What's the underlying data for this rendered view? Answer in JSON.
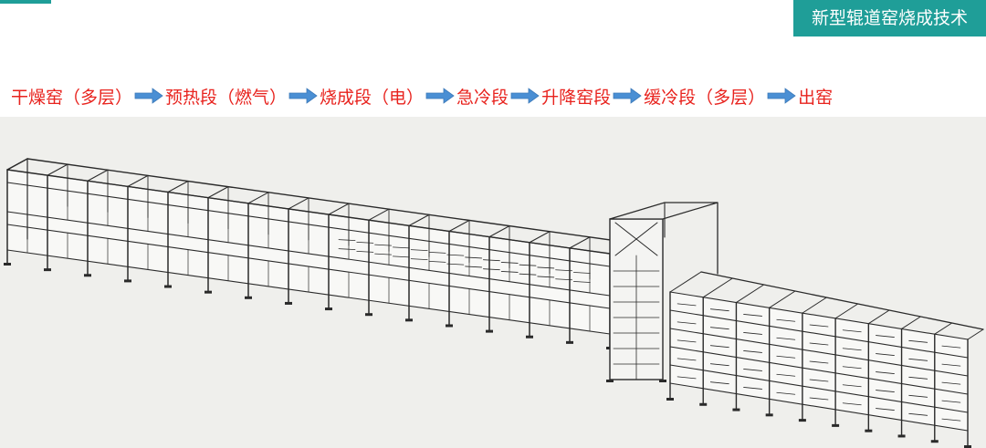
{
  "header": {
    "title": "新型辊道窑烧成技术"
  },
  "flow": {
    "steps": [
      "干燥窑（多层）",
      "预热段（燃气）",
      "烧成段（电）",
      "急冷段",
      "升降窑段",
      "缓冷段（多层）",
      "出窑"
    ]
  },
  "colors": {
    "accent": "#1f9e98",
    "flow_text": "#e8231e",
    "arrow": "#4a8fd4",
    "canvas_bg": "#efefec",
    "frame_line": "#2a2a2a"
  },
  "icons": {
    "flow_arrow": "right-arrow-icon"
  }
}
